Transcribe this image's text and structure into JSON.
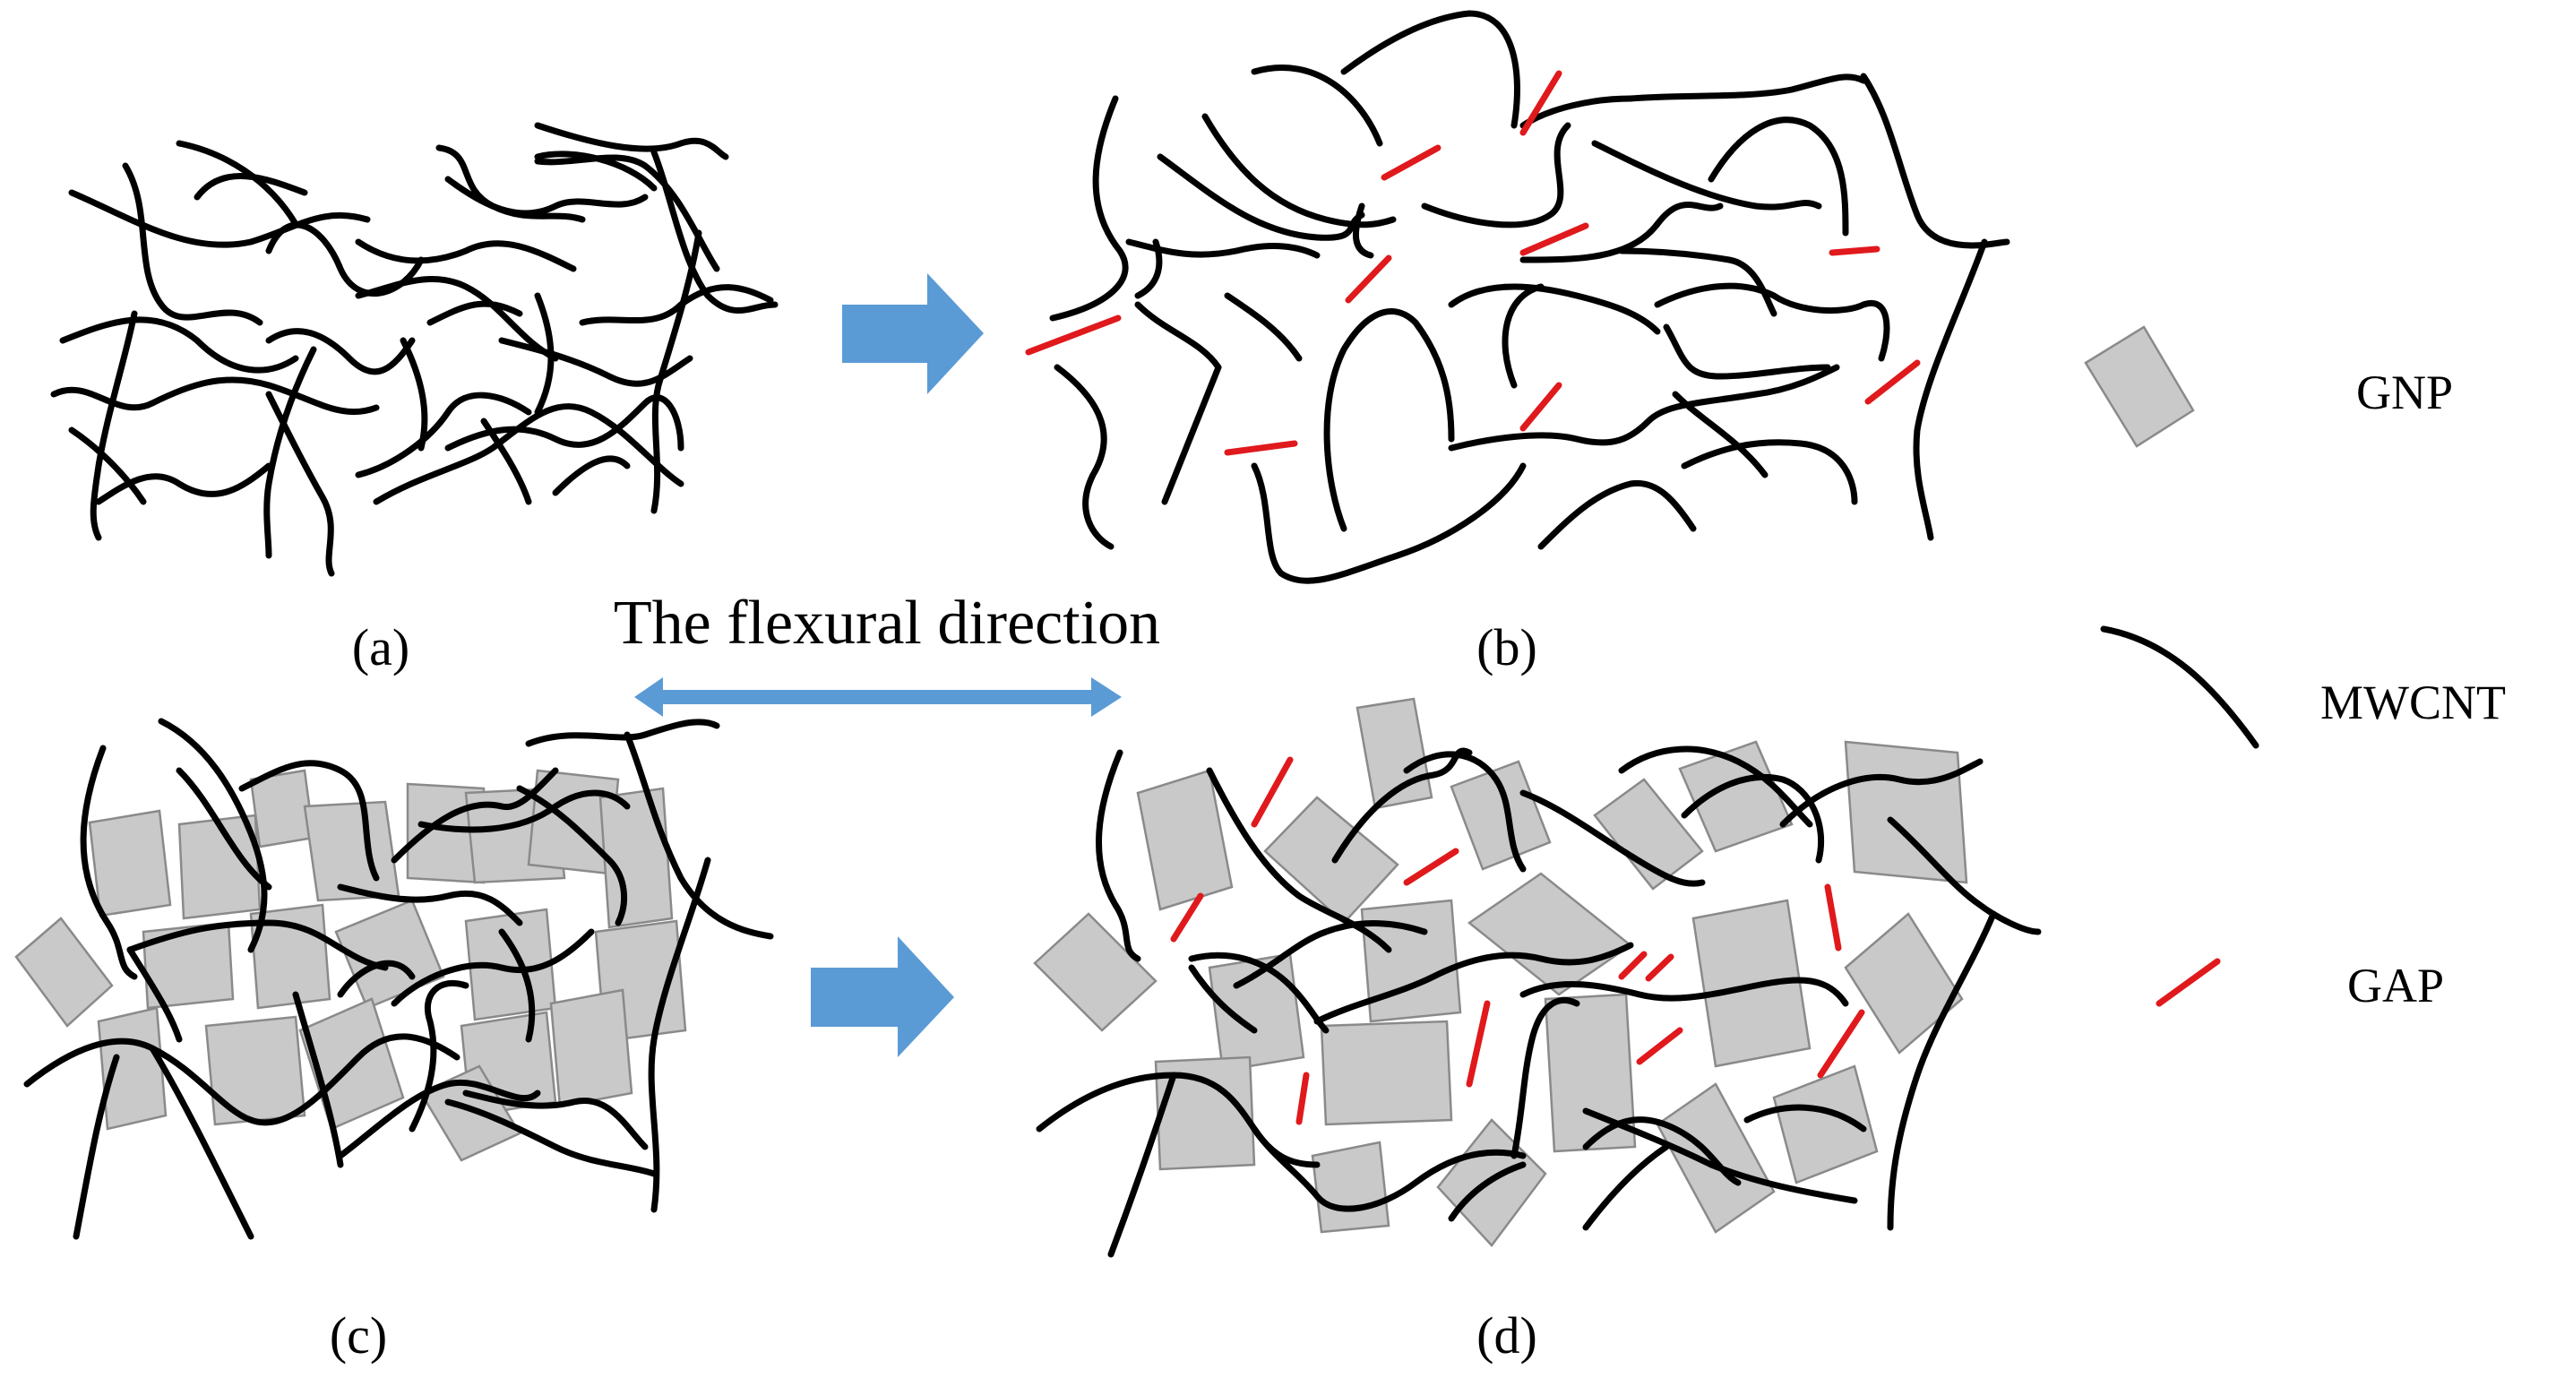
{
  "panels": {
    "a": {
      "label": "(a)"
    },
    "b": {
      "label": "(b)"
    },
    "c": {
      "label": "(c)"
    },
    "d": {
      "label": "(d)"
    }
  },
  "caption": "The flexural direction",
  "legend": {
    "gnp": {
      "label": "GNP",
      "color": "#c9c9c9"
    },
    "mwcnt": {
      "label": "MWCNT",
      "color": "#000000"
    },
    "gap": {
      "label": "GAP",
      "color": "#e0191c"
    }
  },
  "colors": {
    "arrow": "#5b9bd5",
    "gnp_fill": "#c9c9c9",
    "gnp_stroke": "#8a8a8a",
    "mwcnt": "#000000",
    "gap": "#e0191c"
  }
}
